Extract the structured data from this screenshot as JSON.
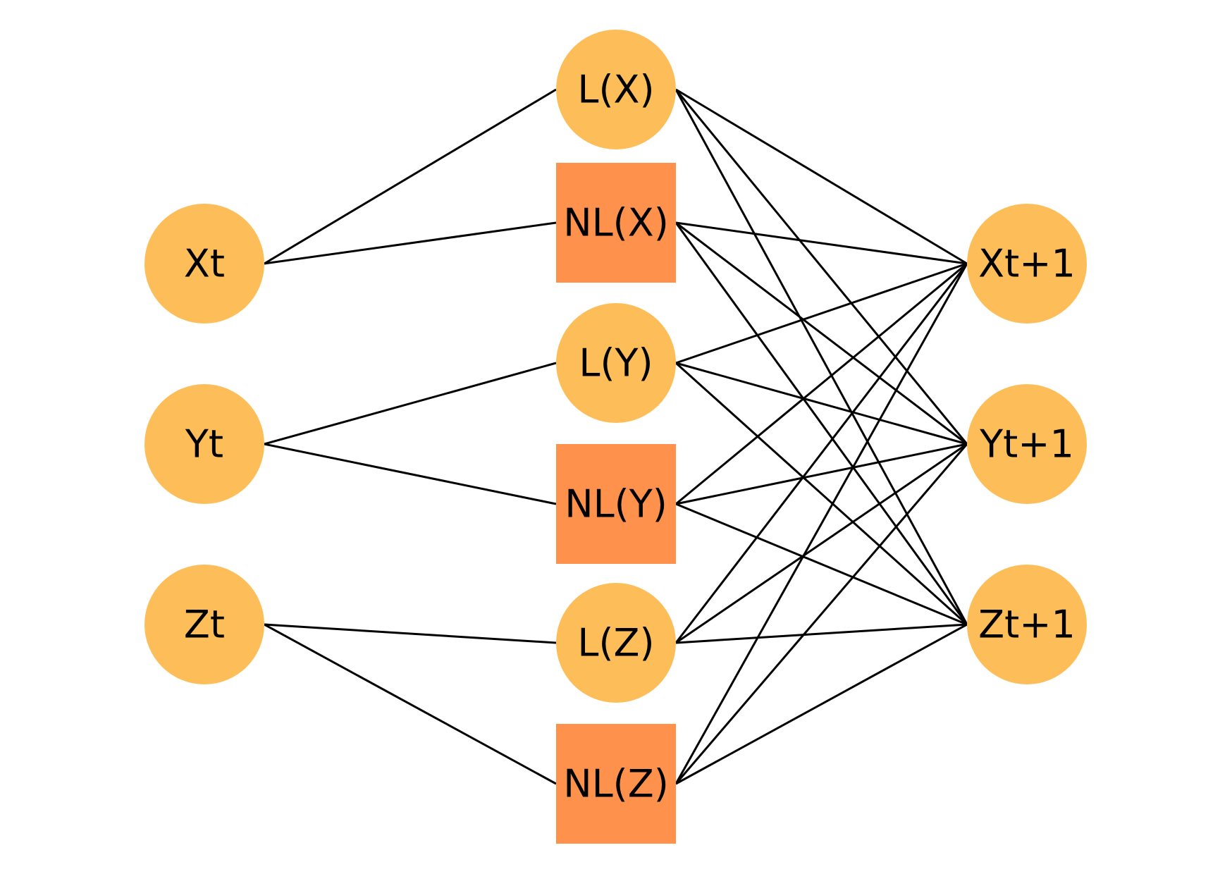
{
  "colors": {
    "linear_node": "#FDBE5A",
    "nonlinear_node": "#FE924C",
    "edge": "#000000",
    "background": "#FFFFFF"
  },
  "inputs": [
    {
      "id": "xt",
      "label": "Xt"
    },
    {
      "id": "yt",
      "label": "Yt"
    },
    {
      "id": "zt",
      "label": "Zt"
    }
  ],
  "hidden": [
    {
      "id": "lx",
      "label": "L(X)",
      "kind": "linear"
    },
    {
      "id": "nlx",
      "label": "NL(X)",
      "kind": "nonlinear"
    },
    {
      "id": "ly",
      "label": "L(Y)",
      "kind": "linear"
    },
    {
      "id": "nly",
      "label": "NL(Y)",
      "kind": "nonlinear"
    },
    {
      "id": "lz",
      "label": "L(Z)",
      "kind": "linear"
    },
    {
      "id": "nlz",
      "label": "NL(Z)",
      "kind": "nonlinear"
    }
  ],
  "outputs": [
    {
      "id": "xt1",
      "label": "Xt+1"
    },
    {
      "id": "yt1",
      "label": "Yt+1"
    },
    {
      "id": "zt1",
      "label": "Zt+1"
    }
  ],
  "input_edges": [
    [
      "xt",
      "lx"
    ],
    [
      "xt",
      "nlx"
    ],
    [
      "yt",
      "ly"
    ],
    [
      "yt",
      "nly"
    ],
    [
      "zt",
      "lz"
    ],
    [
      "zt",
      "nlz"
    ]
  ],
  "output_edges": "all-hidden-to-all-outputs"
}
